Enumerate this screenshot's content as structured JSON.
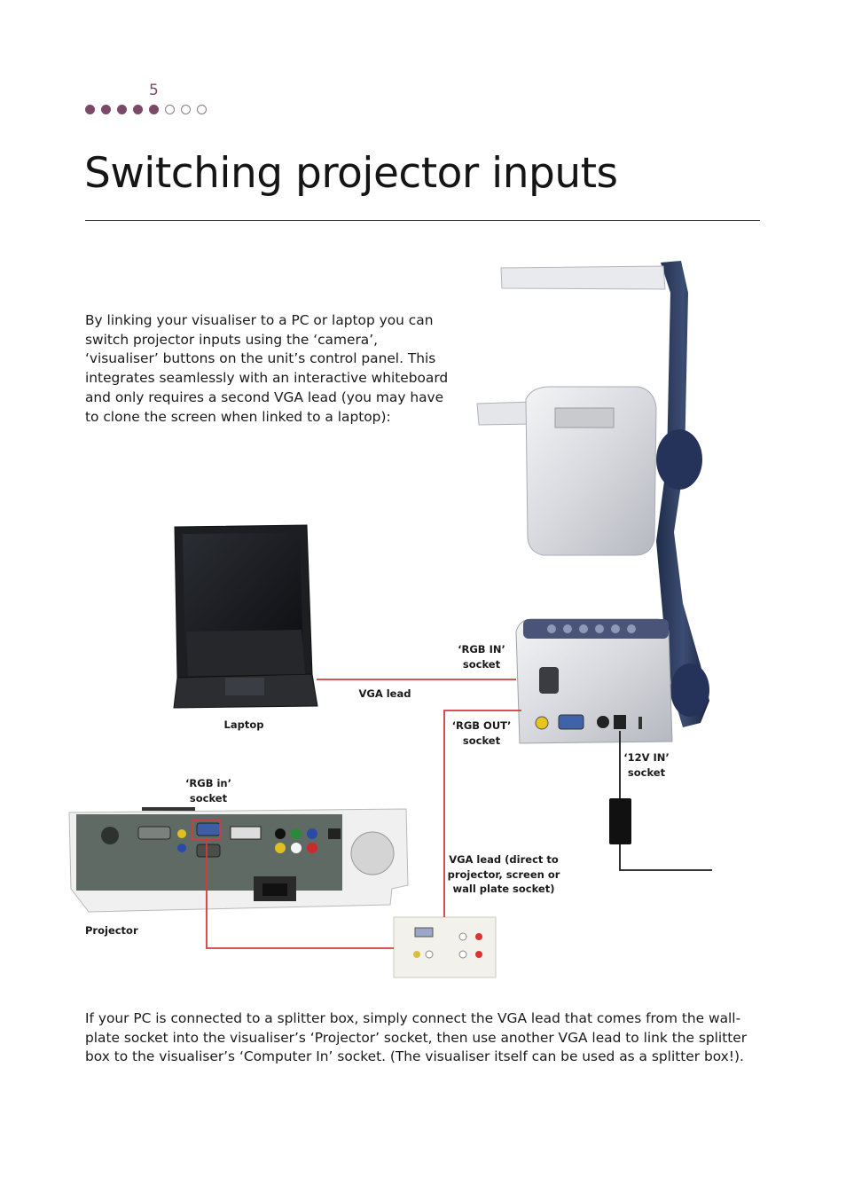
{
  "page": {
    "number": "5",
    "progress": {
      "total": 8,
      "current": 5
    },
    "title": "Switching projector inputs"
  },
  "intro_text": "By linking your visualiser to a PC or laptop you can switch projector inputs using the ‘camera’, ‘visualiser’ buttons on the unit’s control panel. This integrates seamlessly with an interactive whiteboard and only requires a second VGA lead (you may have to clone the screen when linked to a laptop):",
  "diagram": {
    "labels": {
      "rgb_in_visualiser": "‘RGB IN’ socket",
      "vga_lead_laptop": "VGA lead",
      "laptop": "Laptop",
      "rgb_out": "‘RGB OUT’ socket",
      "twelve_v_in": "‘12V IN’ socket",
      "rgb_in_projector": "‘RGB in’ socket",
      "vga_lead_direct": "VGA lead (direct to projector, screen or wall plate socket)",
      "projector": "Projector"
    },
    "colors": {
      "vga_cable": "#d8393b",
      "power_cable": "#1a1a1a",
      "highlight": "#d8393b",
      "accent": "#7a4a68"
    }
  },
  "outro_text": "If your PC is connected to a splitter box, simply connect the VGA lead that comes from the wall-plate socket into the visualiser’s ‘Projector’ socket, then use another VGA lead to link the splitter box to the visualiser’s ‘Computer In’ socket. (The visualiser itself can be used as a splitter box!)."
}
